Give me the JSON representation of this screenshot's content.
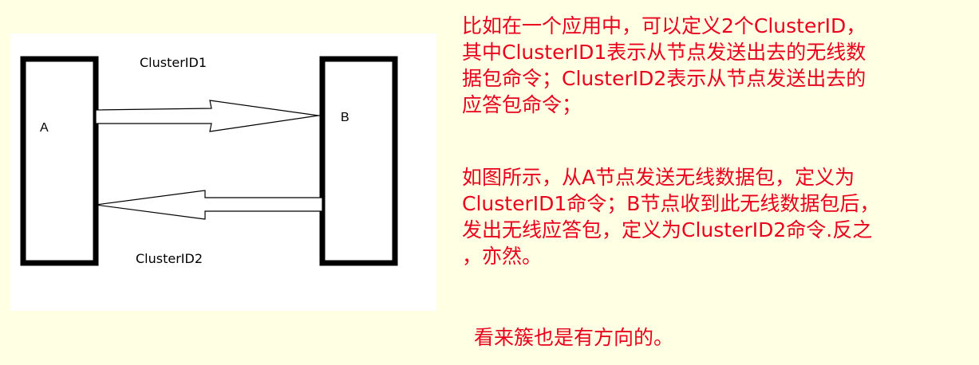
{
  "diagram": {
    "node_a_label": "A",
    "node_b_label": "B",
    "arrow_top_label": "ClusterID1",
    "arrow_bottom_label": "ClusterID2"
  },
  "text": {
    "paragraph_1": "比如在一个应用中，可以定义2个ClusterID，\n其中ClusterID1表示从节点发送出去的无线数\n据包命令；ClusterID2表示从节点发送出去的\n应答包命令；",
    "paragraph_2": "如图所示，从A节点发送无线数据包，定义为\nClusterID1命令；B节点收到此无线数据包后，\n发出无线应答包，定义为ClusterID2命令.反之\n，亦然。",
    "footer": "看来簇也是有方向的。"
  },
  "colors": {
    "background": "#ffffe4",
    "text_red": "#e8001c",
    "diagram_background": "#ffffff",
    "diagram_stroke": "#000000"
  }
}
